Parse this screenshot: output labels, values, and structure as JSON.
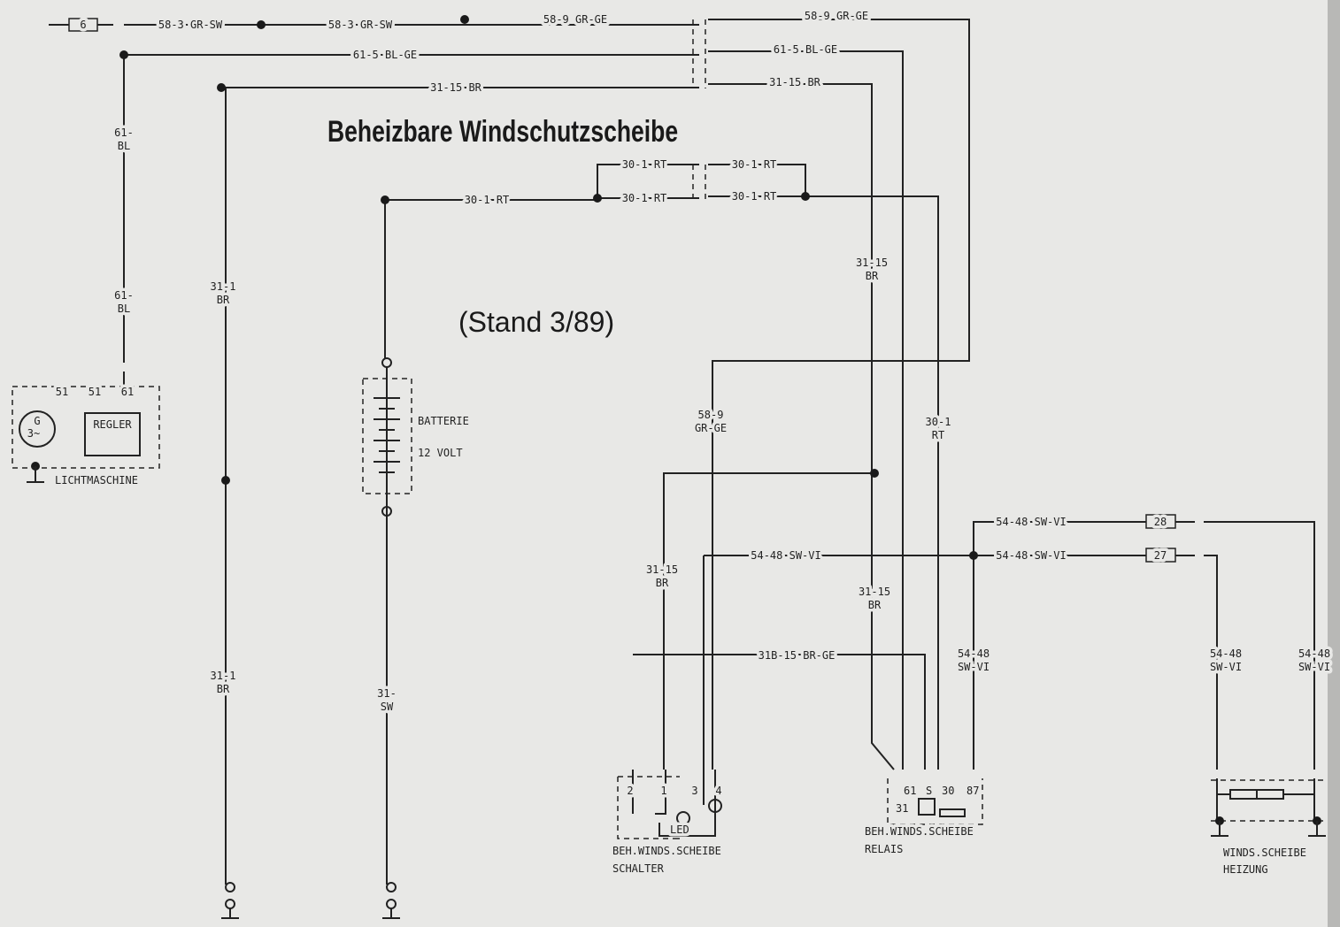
{
  "title": "Beheizbare Windschutzscheibe",
  "stand": "(Stand 3/89)",
  "wires": [
    "58-3 GR-SW",
    "58-3 GR-SW",
    "58-9 GR-GE",
    "58-9 GR-GE",
    "61-5 BL-GE",
    "61-5 BL-GE",
    "31-15 BR",
    "31-15 BR",
    "30-1 RT",
    "30-1 RT",
    "30-1 RT",
    "30-1 RT",
    "30-1 RT",
    "54-48 SW-VI",
    "54-48 SW-VI",
    "54-48 SW-VI",
    "31B-15 BR-GE"
  ],
  "vlabels": [
    [
      "61-",
      "BL"
    ],
    [
      "61-",
      "BL"
    ],
    [
      "31-1",
      "BR"
    ],
    [
      "31-1",
      "BR"
    ],
    [
      "31-",
      "SW"
    ],
    [
      "31-15",
      "BR"
    ],
    [
      "58-9",
      "GR-GE"
    ],
    [
      "30-1",
      "RT"
    ],
    [
      "31-15",
      "BR"
    ],
    [
      "31-15",
      "BR"
    ],
    [
      "54-48",
      "SW-VI"
    ],
    [
      "54-48",
      "SW-VI"
    ],
    [
      "54-48",
      "SW-VI"
    ]
  ],
  "fuses": [
    "6",
    "28",
    "27"
  ],
  "generator": {
    "name": "LICHTMASCHINE",
    "regler": "REGLER",
    "g": "G",
    "phase": "3~",
    "terminals": [
      "51",
      "51",
      "61"
    ]
  },
  "battery": {
    "name": "BATTERIE",
    "voltage": "12 VOLT"
  },
  "switch": {
    "name": "BEH.WINDS.SCHEIBE",
    "sub": "SCHALTER",
    "pins": [
      "2",
      "1",
      "3",
      "4"
    ],
    "led": "LED"
  },
  "relay": {
    "name": "BEH.WINDS.SCHEIBE",
    "sub": "RELAIS",
    "pins": [
      "61",
      "S",
      "30",
      "87",
      "31"
    ]
  },
  "heater": {
    "name": "WINDS.SCHEIBE",
    "sub": "HEIZUNG"
  }
}
